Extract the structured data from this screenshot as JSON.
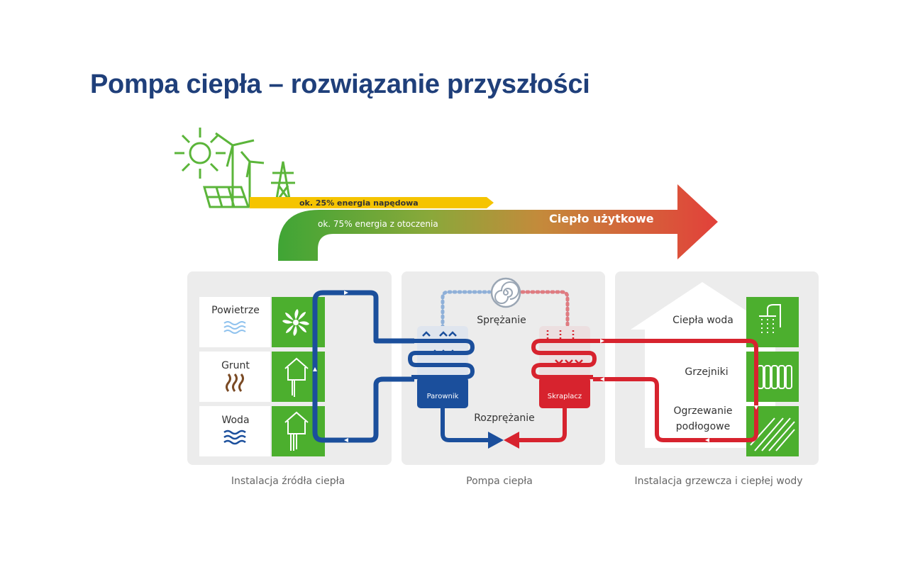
{
  "title": "Pompa ciepła – rozwiązanie przyszłości",
  "energy_flow": {
    "drive_energy": "ok. 25% energia napędowa",
    "ambient_energy": "ok. 75% energia z otoczenia",
    "useful_heat": "Ciepło użytkowe"
  },
  "source_panel": {
    "caption": "Instalacja źródła ciepła",
    "sources": [
      {
        "label": "Powietrze",
        "icon": "fan-icon"
      },
      {
        "label": "Grunt",
        "icon": "ground-probe-icon"
      },
      {
        "label": "Woda",
        "icon": "water-well-icon"
      }
    ]
  },
  "pump_panel": {
    "caption": "Pompa ciepła",
    "compression": "Sprężanie",
    "expansion": "Rozprężanie",
    "evaporator": "Parownik",
    "condenser": "Skraplacz"
  },
  "heating_panel": {
    "caption": "Instalacja grzewcza i ciepłej wody",
    "uses": [
      {
        "label": "Ciepła woda",
        "icon": "shower-icon"
      },
      {
        "label": "Grzejniki",
        "icon": "radiator-icon"
      },
      {
        "label_line1": "Ogrzewanie",
        "label_line2": "podłogowe",
        "icon": "floor-heating-icon"
      }
    ]
  },
  "colors": {
    "title": "#1f3f7a",
    "green": "#4caf2e",
    "blue": "#1b4f9c",
    "red": "#d7232e",
    "yellow": "#f5c400",
    "panel": "#ececec"
  }
}
